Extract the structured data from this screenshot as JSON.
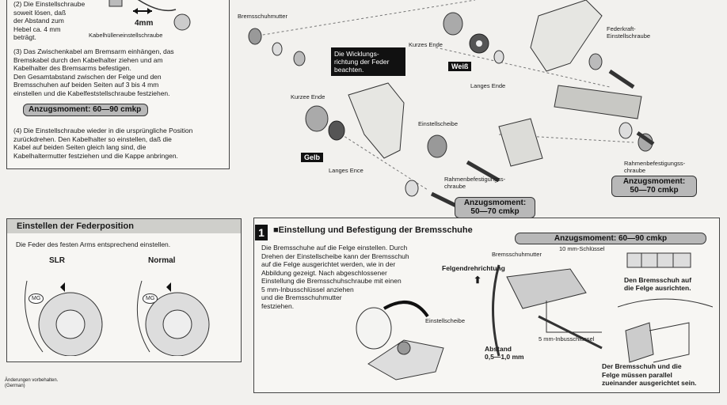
{
  "top_left": {
    "step2": "(2) Die Einstellschraube\nsoweit lösen, daß\nder Abstand zum\nHebel ca. 4 mm\nbeträgt.",
    "mm_label": "4mm",
    "cable_label": "Kabelhülleneinstellschraube",
    "step3": "(3) Das Zwischenkabel am Bremsarm einhängen, das\nBremskabel durch den Kabelhalter ziehen und am\nKabelhalter des Bremsarms befestigen.\nDen Gesamtabstand zwischen der Felge und den\nBremsschuhen auf beiden Seiten auf 3 bis 4 mm\neinstellen und die Kabelfeststellschraube festziehen.",
    "torque": "Anzugsmoment: 60—90 cmkp",
    "step4": "(4) Die Einstellschraube wieder in die ursprüngliche Position\nzurückdrehen. Den Kabelhalter so einstellen, daß die\nKabel auf beiden Seiten gleich lang sind, die\nKabelhaltermutter festziehen und die Kappe anbringen."
  },
  "diagram_top": {
    "bremsschuhmutter": "Bremsschuhmutter",
    "wicklung": "Die Wicklungs-\nrichtung der Feder\nbeachten.",
    "kurzes_ende_1": "Kurzes Ende",
    "weiss": "Weiß",
    "langes_ende_1": "Langes Ende",
    "kurzes_ende_2": "Kurzee Ende",
    "gelb": "Gelb",
    "langes_ende_2": "Langes Ence",
    "einstellscheibe": "Einstellscheibe",
    "rahmen1": "Rahmenbefestigungss-\nchraube",
    "torque1": "Anzugsmoment:\n50—70 cmkp",
    "feder": "Federkraft-\nEinstellschraube",
    "rahmen2": "Rahmenbefestigungss-\nchraube",
    "torque2": "Anzugsmoment:\n50—70 cmkp"
  },
  "federposition": {
    "title": "Einstellen der Federposition",
    "text": "Die Feder des festen Arms entsprechend einstellen.",
    "slr": "SLR",
    "normal": "Normal",
    "mg": "MG"
  },
  "footer": {
    "note": "Änderungen vorbehalten.\n(German)"
  },
  "section1": {
    "number": "1",
    "title": "■Einstellung und Befestigung der Bremsschuhe",
    "torque": "Anzugsmoment: 60—90 cmkp",
    "text": "Die Bremsschuhe auf die Felge einstellen. Durch\nDrehen der Einstellscheibe kann der Bremsschuh\nauf die Felge ausgerichtet werden, wie in der\nAbbildung gezeigt. Nach abgeschlossener\nEinstellung die Bremsschuhschraube mit einen\n5 mm-Inbusschlüssel anziehen\nund die Bremsschuhmutter\nfestziehen.",
    "einstellscheibe": "Einstellscheibe",
    "bremsschuhmutter": "Bremsschuhmutter",
    "schluessel10": "10 mm-Schlüssel",
    "felgen": "Felgendrehrichtung",
    "inbus5": "5 mm-Inbusschlüssel",
    "abstand": "Abstand\n0,5—1,0 mm",
    "ausrichten": "Den Bremsschuh auf\ndie Felge ausrichten.",
    "parallel": "Der Bremsschuh und die\nFelge müssen parallel\nzueinander ausgerichtet sein."
  }
}
